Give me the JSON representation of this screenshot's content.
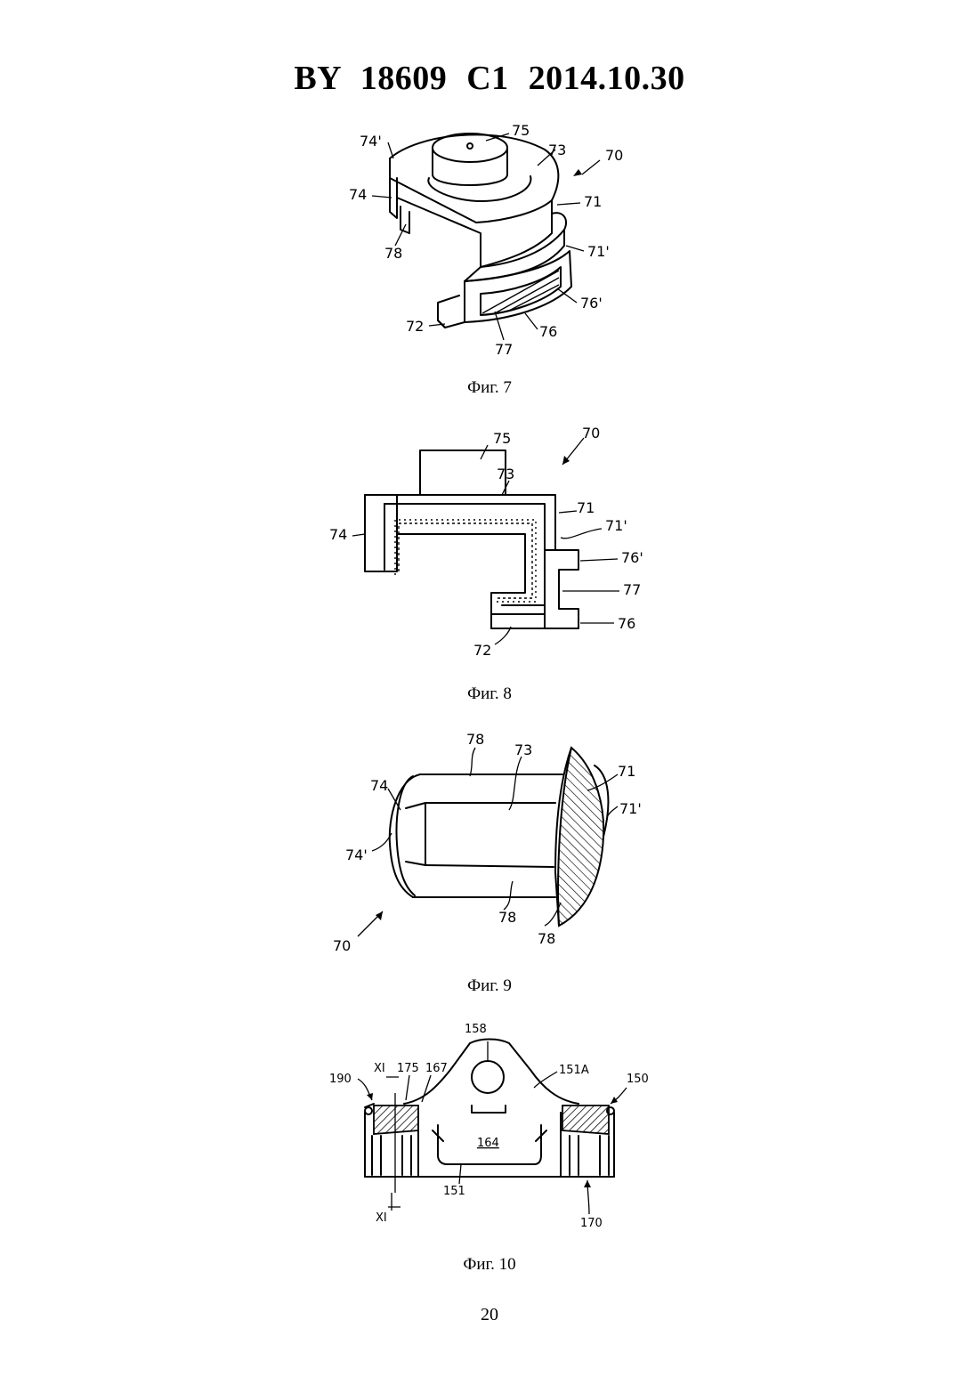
{
  "header": "BY  18609  C1  2014.10.30",
  "page_number": "20",
  "figures": [
    {
      "caption": "Фиг. 7",
      "labels": {
        "l75": "75",
        "l73": "73",
        "l70": "70",
        "l74p": "74'",
        "l74": "74",
        "l71": "71",
        "l78": "78",
        "l71p": "71'",
        "l76p": "76'",
        "l72": "72",
        "l77": "77",
        "l76": "76"
      }
    },
    {
      "caption": "Фиг. 8",
      "labels": {
        "l75": "75",
        "l70": "70",
        "l73": "73",
        "l71": "71",
        "l71p": "71'",
        "l74": "74",
        "l76p": "76'",
        "l77": "77",
        "l76": "76",
        "l72": "72"
      }
    },
    {
      "caption": "Фиг. 9",
      "labels": {
        "l78t": "78",
        "l73": "73",
        "l71": "71",
        "l74": "74",
        "l71p": "71'",
        "l74p": "74'",
        "l78b": "78",
        "l78r": "78",
        "l70": "70"
      }
    },
    {
      "caption": "Фиг. 10",
      "labels": {
        "l158": "158",
        "lXI": "XI",
        "l175": "175",
        "l167": "167",
        "l151A": "151A",
        "l190": "190",
        "l150": "150",
        "l164": "164",
        "l151": "151",
        "lXIb": "XI",
        "l170": "170"
      }
    }
  ]
}
